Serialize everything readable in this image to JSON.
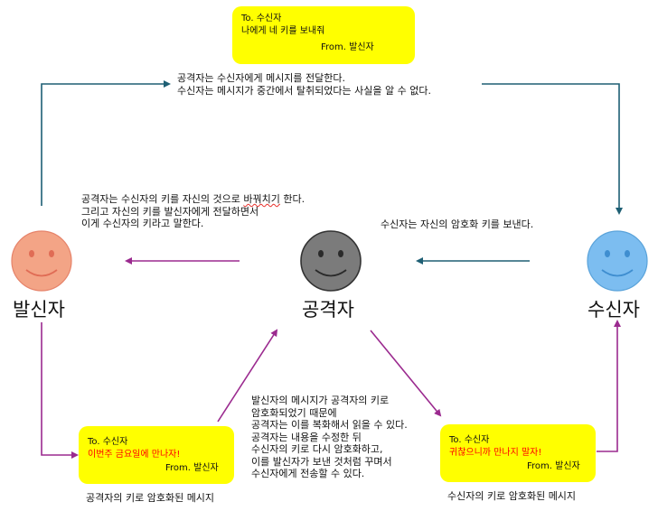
{
  "colors": {
    "sender_face": "#f3a486",
    "attacker_face": "#7b7b7b",
    "receiver_face": "#7cbdf0",
    "note_bg": "#ffff00",
    "arrow_teal": "#1e5f74",
    "arrow_purple": "#9b2a8f",
    "red_text": "#ff0000"
  },
  "actors": {
    "sender": "발신자",
    "attacker": "공격자",
    "receiver": "수신자"
  },
  "notes": {
    "top": {
      "to": "To. 수신자",
      "body": "나에게 네 키를 보내줘",
      "from": "From. 발신자"
    },
    "bottom_left": {
      "to": "To. 수신자",
      "body": "이번주 금요일에 만나자!",
      "from": "From. 발신자",
      "caption": "공격자의 키로 암호화된 메시지"
    },
    "bottom_right": {
      "to": "To. 수신자",
      "body": "귀찮으니까 만나지 말자!",
      "from": "From. 발신자",
      "caption": "수신자의 키로 암호화된 메시지"
    }
  },
  "texts": {
    "top_description": [
      "공격자는 수신자에게 메시지를 전달한다.",
      "수신자는 메시지가 중간에서 탈취되었다는 사실을 알 수 없다."
    ],
    "swap_description": {
      "line1_before": "공격자는 수신자의 키를 자신의 것으로 ",
      "line1_squiggle": "바꿔치기",
      "line1_after": " 한다.",
      "line2": "그리고 자신의 키를 발신자에게 전달하면서",
      "line3": "이게 수신자의 키라고 말한다."
    },
    "receiver_sends_key": "수신자는 자신의 암호화 키를 보낸다.",
    "attacker_process": [
      "발신자의 메시지가 공격자의 키로",
      "암호화되었기 때문에",
      "공격자는 이를 복화해서 읽을 수 있다.",
      "공격자는 내용을 수정한 뒤",
      "수신자의 키로 다시 암호화하고,",
      "이를 발신자가 보낸 것처럼 꾸며서",
      "수신자에게 전송할 수 있다."
    ]
  },
  "icons": {
    "sender": "smiley-face-icon",
    "attacker": "smiley-face-icon",
    "receiver": "smiley-face-icon"
  }
}
